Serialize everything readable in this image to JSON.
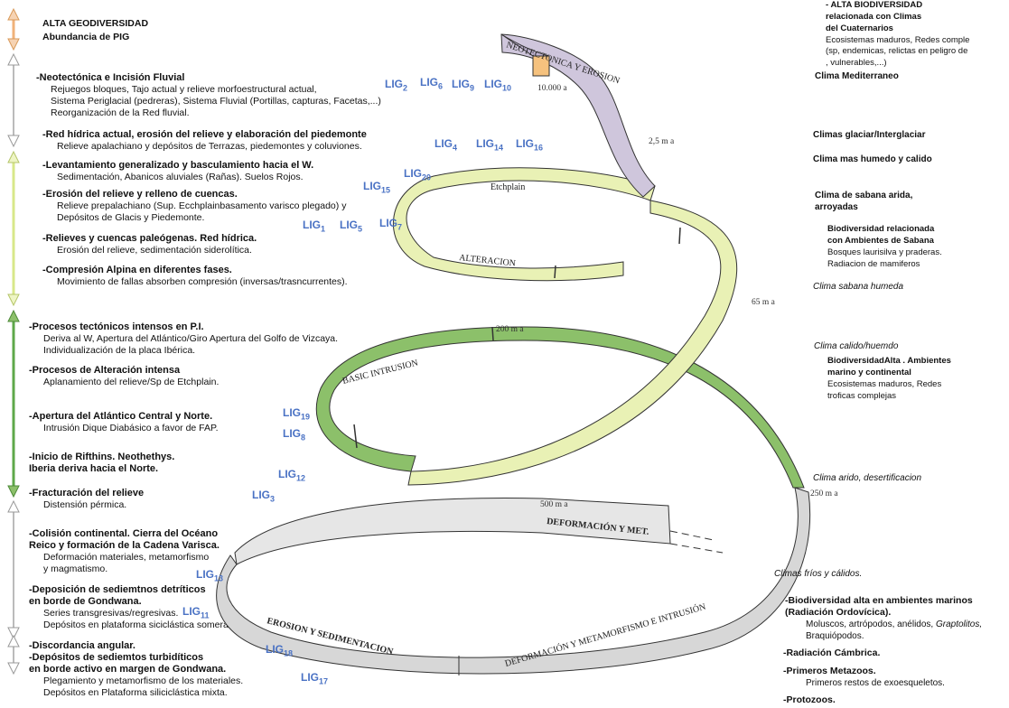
{
  "top_left": {
    "title": "ALTA GEODIVERSIDAD",
    "subtitle": "Abundancia de PIG"
  },
  "events": [
    {
      "head": "-Neotectónica e Incisión Fluvial",
      "lines": [
        "Rejuegos bloques, Tajo actual y relieve morfoestructural actual,",
        "Sistema Periglacial (pedreras), Sistema Fluvial (Portillas, capturas, Facetas,...)",
        "Reorganización de la Red fluvial."
      ]
    },
    {
      "head": "-Red hídrica actual, erosión del relieve y elaboración del piedemonte",
      "lines": [
        "Relieve apalachiano y depósitos de Terrazas, piedemontes y coluviones."
      ]
    },
    {
      "head": "-Levantamiento generalizado y basculamiento hacia el W.",
      "lines": [
        "Sedimentación, Abanicos aluviales (Rañas). Suelos Rojos."
      ]
    },
    {
      "head": "-Erosión del relieve y relleno de cuencas.",
      "lines": [
        "Relieve prepalachiano (Sup. Ecchplainbasamento varisco plegado) y",
        "Depósitos de Glacis y Piedemonte."
      ]
    },
    {
      "head": "-Relieves y cuencas paleógenas. Red hídrica.",
      "lines": [
        "Erosión del relieve, sedimentación siderolítica."
      ]
    },
    {
      "head": "-Compresión Alpina en diferentes fases.",
      "lines": [
        "Movimiento de fallas absorben compresión (inversas/trasncurrentes)."
      ]
    },
    {
      "head": "-Procesos tectónicos intensos en P.I.",
      "lines": [
        "Deriva al W, Apertura del Atlántico/Giro Apertura del Golfo de Vizcaya.",
        "Individualización de la placa Ibérica."
      ]
    },
    {
      "head": "-Procesos de Alteración intensa",
      "lines": [
        "Aplanamiento del relieve/Sp de Etchplain."
      ]
    },
    {
      "head": "-Apertura del Atlántico Central y Norte.",
      "lines": [
        "Intrusión Dique Diabásico a favor de FAP."
      ]
    },
    {
      "head": "-Inicio de Rifthins. Neothethys.",
      "lines": []
    },
    {
      "head": " Iberia deriva hacia el Norte.",
      "lines": []
    },
    {
      "head": "-Fracturación del relieve",
      "lines": [
        "Distensión pérmica."
      ]
    },
    {
      "head": "-Colisión continental. Cierra del Océano",
      "lines": []
    },
    {
      "head": " Reico y formación de la Cadena Varisca.",
      "lines": [
        "Deformación materiales, metamorfismo",
        "y magmatismo."
      ]
    },
    {
      "head": "-Deposición de sediemtnos detríticos",
      "lines": []
    },
    {
      "head": " en borde de Gondwana.",
      "lines": [
        "Series transgresivas/regresivas.",
        "Depósitos en plataforma siciclástica somera."
      ]
    },
    {
      "head": "-Discordancia angular.",
      "lines": []
    },
    {
      "head": "-Depósitos de sediemtos turbidíticos",
      "lines": []
    },
    {
      "head": " en borde activo en margen de Gondwana.",
      "lines": [
        "Plegamiento y metamorfismo de los materiales.",
        "Depósitos en Plataforma siliciclástica mixta."
      ]
    }
  ],
  "ligs": [
    {
      "p": "LIG",
      "n": "2"
    },
    {
      "p": "LIG",
      "n": "6"
    },
    {
      "p": "LIG",
      "n": "9"
    },
    {
      "p": "LIG",
      "n": "10"
    },
    {
      "p": "LIG",
      "n": "4"
    },
    {
      "p": "LIG",
      "n": "14"
    },
    {
      "p": "LIG",
      "n": "16"
    },
    {
      "p": "LIG",
      "n": "20"
    },
    {
      "p": "LIG",
      "n": "15"
    },
    {
      "p": "LIG",
      "n": "1"
    },
    {
      "p": "LIG",
      "n": "5"
    },
    {
      "p": "LIG",
      "n": "7"
    },
    {
      "p": "LIG",
      "n": "19"
    },
    {
      "p": "LIG",
      "n": "8"
    },
    {
      "p": "LIG",
      "n": "12"
    },
    {
      "p": "LIG",
      "n": "3"
    },
    {
      "p": "LIG",
      "n": "13"
    },
    {
      "p": "LIG",
      "n": "11"
    },
    {
      "p": "LIG",
      "n": "18"
    },
    {
      "p": "LIG",
      "n": "17"
    }
  ],
  "ages": [
    "10.000 a",
    "2,5 m a",
    "65 m a",
    "200 m a",
    "250 m a",
    "500 m a"
  ],
  "bands": {
    "neotect": "NEOTECTONICA Y EROSION",
    "etchplain": "Etchplain",
    "alteracion": "ALTERACION",
    "basic": "BASIC INTRUSION",
    "deformacion_met": "DEFORMACIÓN Y MET.",
    "deformacion_full": "DEFORMACIÓN Y METAMORFISMO E INTRUSIÓN",
    "erosion": "EROSION Y SEDIMENTACION"
  },
  "right": {
    "bio1_head": "- ALTA BIODIVERSIDAD",
    "bio1_l1": "relacionada con  Climas",
    "bio1_l2": "del Cuaternarios",
    "bio1_l3": "Ecosistemas maduros, Redes comple",
    "bio1_l4": "(sp, endemicas, relictas en peligro de",
    "bio1_l5": ", vulnerables,...)",
    "clima_med": "Clima  Mediterraneo",
    "clima_glac": "Climas  glaciar/Interglaciar",
    "clima_hum": "Clima  mas humedo y calido",
    "clima_sab1": "Clima  de sabana arida,",
    "clima_sab2": "arroyadas",
    "bio2_l1": "Biodiversidad relacionada",
    "bio2_l2": "con Ambientes de Sabana",
    "bio2_l3": "Bosques laurisilva y praderas.",
    "bio2_l4": "Radiacion de mamiferos",
    "clima_sab_hum": "Clima sabana humeda",
    "clima_calido": "Clima calido/huemdo",
    "bio3_l1": "BiodiversidadAlta . Ambientes",
    "bio3_l2": "marino y continental",
    "bio3_l3": "Ecosistemas maduros, Redes",
    "bio3_l4": "troficas complejas",
    "clima_arido": "Clima arido, desertificacion",
    "climas_frios": "Climas fríos y cálidos.",
    "bio4_l1": "-Biodiversidad alta en ambientes marinos",
    "bio4_l2": " (Radiación Ordovícica).",
    "bio4_l3a": "Moluscos, artrópodos, anélidos, ",
    "bio4_l3b": "Graptolitos,",
    "bio4_l4": "Braquiópodos.",
    "rad_camb": "-Radiación Cámbrica.",
    "metaz": "-Primeros Metazoos.",
    "metaz_sub": "Primeros restos de exoesqueletos.",
    "protoz": "-Protozoos."
  },
  "colors": {
    "lig": "#4a72c4",
    "green": "#8cc06a",
    "lightgreen": "#e6efaa",
    "lilac": "#cfc6dc",
    "grey": "#dcdcdc",
    "orange": "#f6c27e"
  }
}
